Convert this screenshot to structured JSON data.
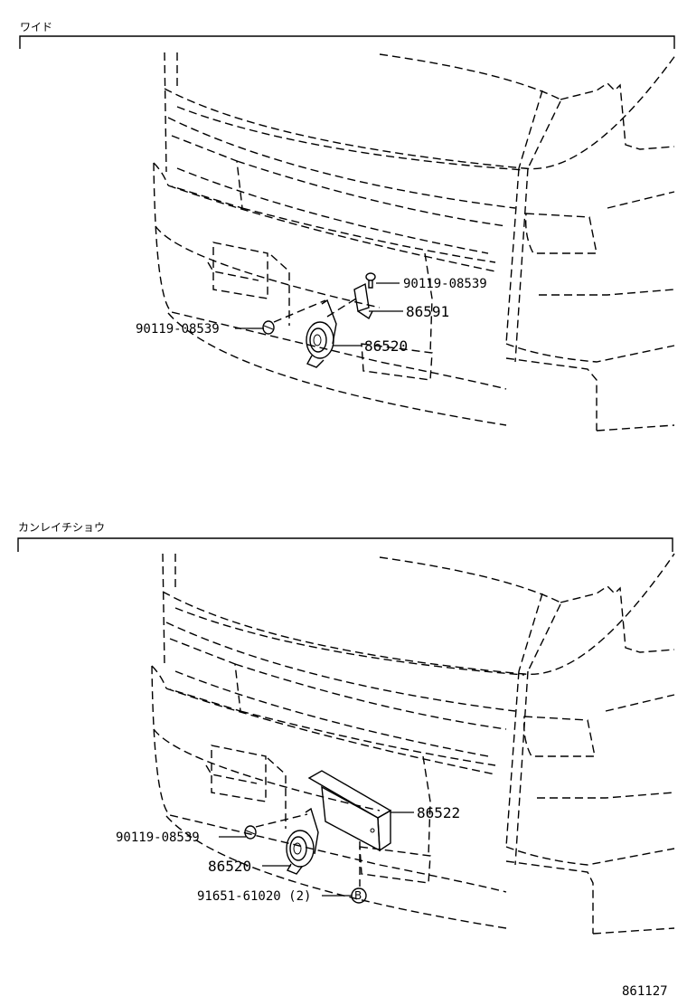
{
  "sections": [
    {
      "header": "ワイド",
      "callouts": {
        "bolt_top": "90119-08539",
        "bracket": "86591",
        "bolt_left": "90119-08539",
        "horn": "86520"
      }
    },
    {
      "header": "カンレイチショウ",
      "callouts": {
        "bracket": "86522",
        "bolt_left": "90119-08539",
        "horn": "86520",
        "clip": "91651-61020 (2)"
      }
    }
  ],
  "figure_id": "861127"
}
